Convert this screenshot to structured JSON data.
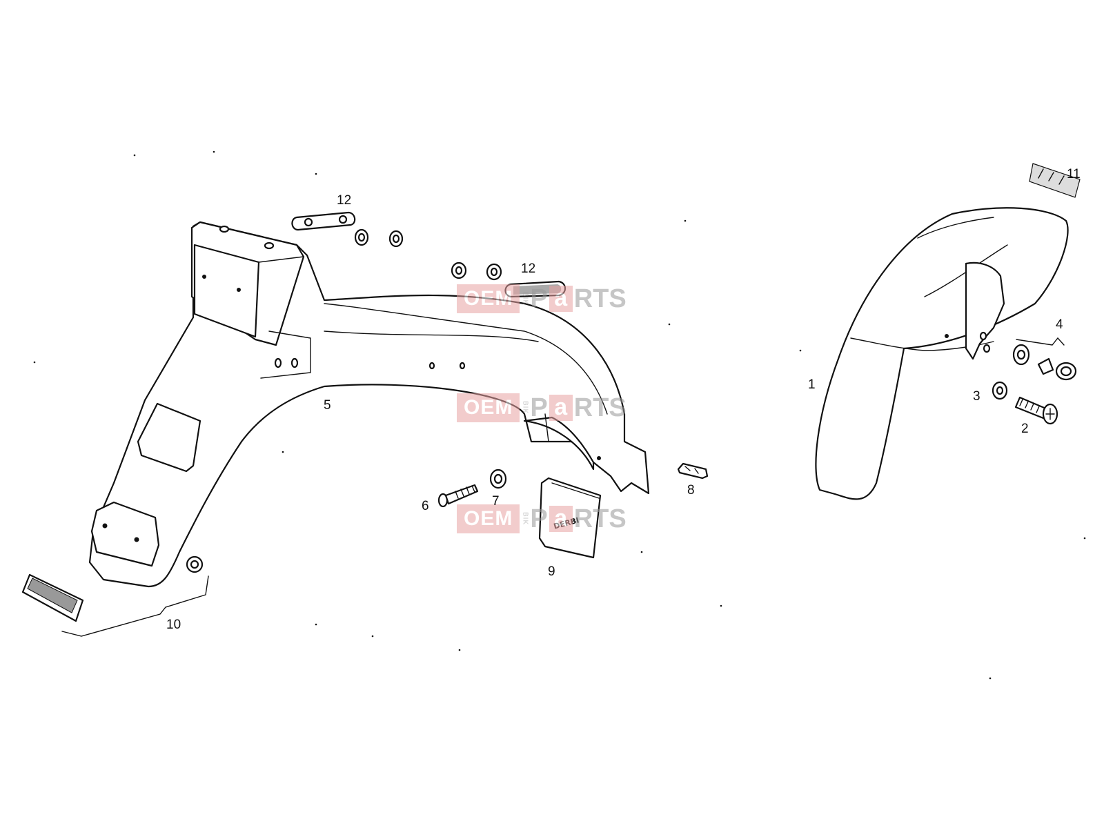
{
  "callouts": {
    "c1": "1",
    "c2": "2",
    "c3": "3",
    "c4": "4",
    "c5": "5",
    "c6": "6",
    "c7": "7",
    "c8": "8",
    "c9": "9",
    "c10": "10",
    "c11": "11",
    "c12a": "12",
    "c12b": "12"
  },
  "watermark": {
    "oem": "OEM",
    "bik": "BIK",
    "p": "P",
    "a": "a",
    "rts": "RTS"
  },
  "badge_label": "DERBI",
  "colors": {
    "line": "#111111",
    "watermark_pink": "#e8a3a3",
    "watermark_gray": "#999999"
  }
}
